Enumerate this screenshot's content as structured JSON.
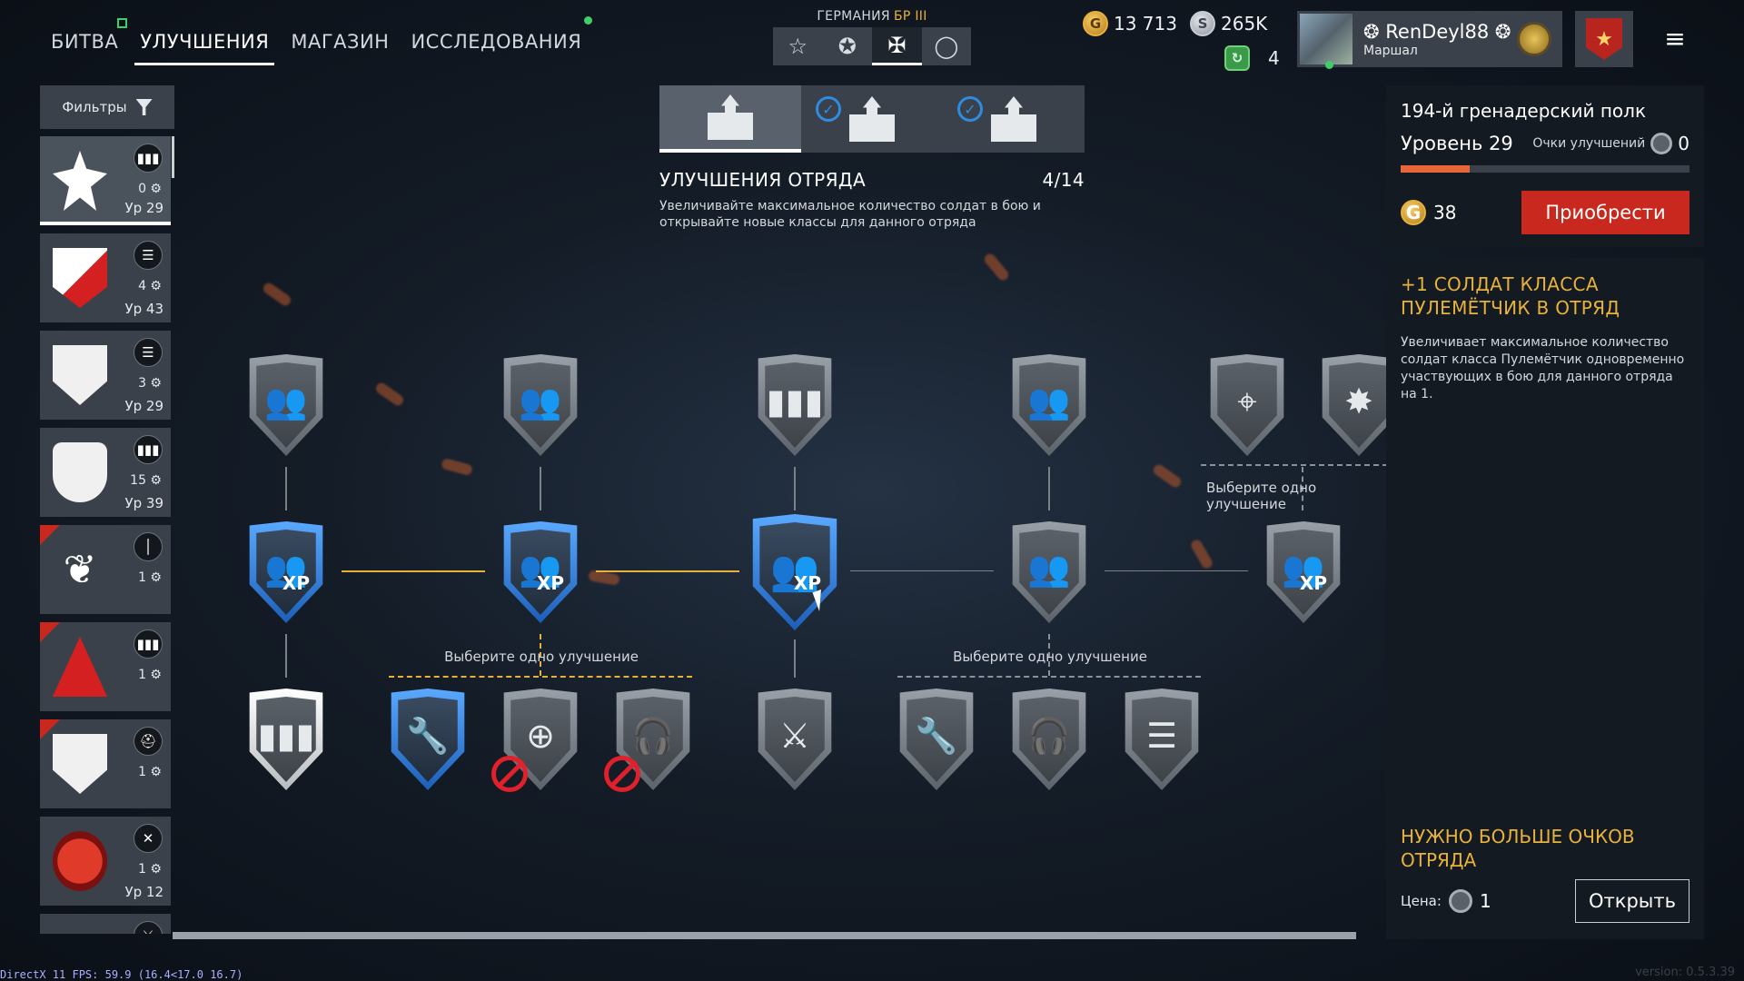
{
  "nav": {
    "tabs": [
      "БИТВА",
      "УЛУЧШЕНИЯ",
      "МАГАЗИН",
      "ИССЛЕДОВАНИЯ"
    ],
    "active_tab": "УЛУЧШЕНИЯ"
  },
  "nation": {
    "label": "ГЕРМАНИЯ",
    "br": "БР III",
    "modes": [
      "star-outline-icon",
      "star-circle-icon",
      "iron-cross-icon",
      "circle-icon"
    ],
    "active_mode": 2
  },
  "currency": {
    "gold": "13 713",
    "silver": "265K",
    "tickets": "4"
  },
  "profile": {
    "nickname": "RenDeyl88",
    "rank": "Маршал"
  },
  "filters": {
    "label": "Фильтры"
  },
  "squads": [
    {
      "class_icon": "ammo-icon",
      "points": "0",
      "level": "Ур 29",
      "selected": true
    },
    {
      "class_icon": "list-icon",
      "points": "4",
      "level": "Ур 43"
    },
    {
      "class_icon": "list-icon",
      "points": "3",
      "level": "Ур 29"
    },
    {
      "class_icon": "ammo-icon",
      "points": "15",
      "level": "Ур 39"
    },
    {
      "class_icon": "knife-icon",
      "points": "1",
      "level": "",
      "new": true
    },
    {
      "class_icon": "ammo-icon",
      "points": "1",
      "level": "",
      "new": true
    },
    {
      "class_icon": "helmet-icon",
      "points": "1",
      "level": "",
      "new": true
    },
    {
      "class_icon": "crossed-swords-icon",
      "points": "1",
      "level": "Ур 12"
    },
    {
      "class_icon": "sword-icon",
      "points": "",
      "level": ""
    }
  ],
  "upgrades": {
    "title": "УЛУЧШЕНИЯ ОТРЯДА",
    "progress": "4/14",
    "description": "Увеличивайте максимальное количество солдат в бою и открывайте новые классы для данного отряда",
    "choose_one": "Выберите одно улучшение"
  },
  "squad_panel": {
    "name": "194-й гренадерский полк",
    "level": "Уровень 29",
    "points_label": "Очки улучшений",
    "points": "0",
    "level_progress": 0.24,
    "gold_price": "38",
    "buy_label": "Приобрести"
  },
  "info": {
    "title": "+1 СОЛДАТ КЛАССА ПУЛЕМЁТЧИК В ОТРЯД",
    "text": "Увеличивает максимальное количество солдат класса Пулемётчик одновременно участвующих в бою для данного отряда на 1.",
    "need_points": "НУЖНО БОЛЬШЕ ОЧКОВ ОТРЯДА",
    "price_label": "Цена:",
    "price": "1",
    "open_label": "Открыть"
  },
  "debug": {
    "fps": "DirectX 11 FPS: 59.9 (16.4<17.0 16.7)",
    "version": "version: 0.5.3.39"
  },
  "colors": {
    "accent_gold": "#e8b23a",
    "buy_red": "#c8281e",
    "upgrade_blue": "#2f8be0",
    "progress_orange": "#e8673a"
  }
}
